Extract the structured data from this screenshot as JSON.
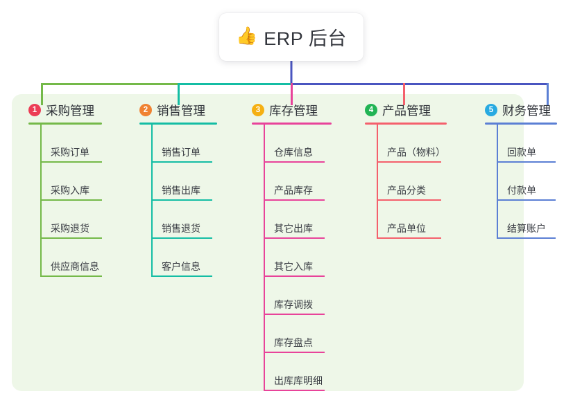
{
  "diagram": {
    "type": "mindmap-org-chart",
    "title": {
      "emoji": "👍",
      "emoji_name": "thumbs-up-icon",
      "text": "ERP 后台"
    },
    "panel_background": "#eef7e8",
    "card_background": "#ffffff",
    "bus": {
      "segment_colors": [
        "#74b949",
        "#14bda4",
        "#4a55c0"
      ],
      "stem_color": "#4a55c0"
    },
    "branches": [
      {
        "number": "1",
        "label": "采购管理",
        "badge_color": "#ec3d55",
        "line_color": "#74b949",
        "drop_color": "#74b949",
        "items": [
          "采购订单",
          "采购入库",
          "采购退货",
          "供应商信息"
        ]
      },
      {
        "number": "2",
        "label": "销售管理",
        "badge_color": "#f08232",
        "line_color": "#14bda4",
        "drop_color": "#14bda4",
        "items": [
          "销售订单",
          "销售出库",
          "销售退货",
          "客户信息"
        ]
      },
      {
        "number": "3",
        "label": "库存管理",
        "badge_color": "#f5b013",
        "line_color": "#e8439a",
        "drop_color": "#e8439a",
        "items": [
          "仓库信息",
          "产品库存",
          "其它出库",
          "其它入库",
          "库存调拨",
          "库存盘点",
          "出库库明细"
        ]
      },
      {
        "number": "4",
        "label": "产品管理",
        "badge_color": "#22b455",
        "line_color": "#f4606c",
        "drop_color": "#f4606c",
        "items": [
          "产品（物料）",
          "产品分类",
          "产品单位"
        ]
      },
      {
        "number": "5",
        "label": "财务管理",
        "badge_color": "#28aae1",
        "line_color": "#5b7fd4",
        "drop_color": "#5b7fd4",
        "items": [
          "回款单",
          "付款单",
          "结算账户"
        ]
      }
    ]
  }
}
